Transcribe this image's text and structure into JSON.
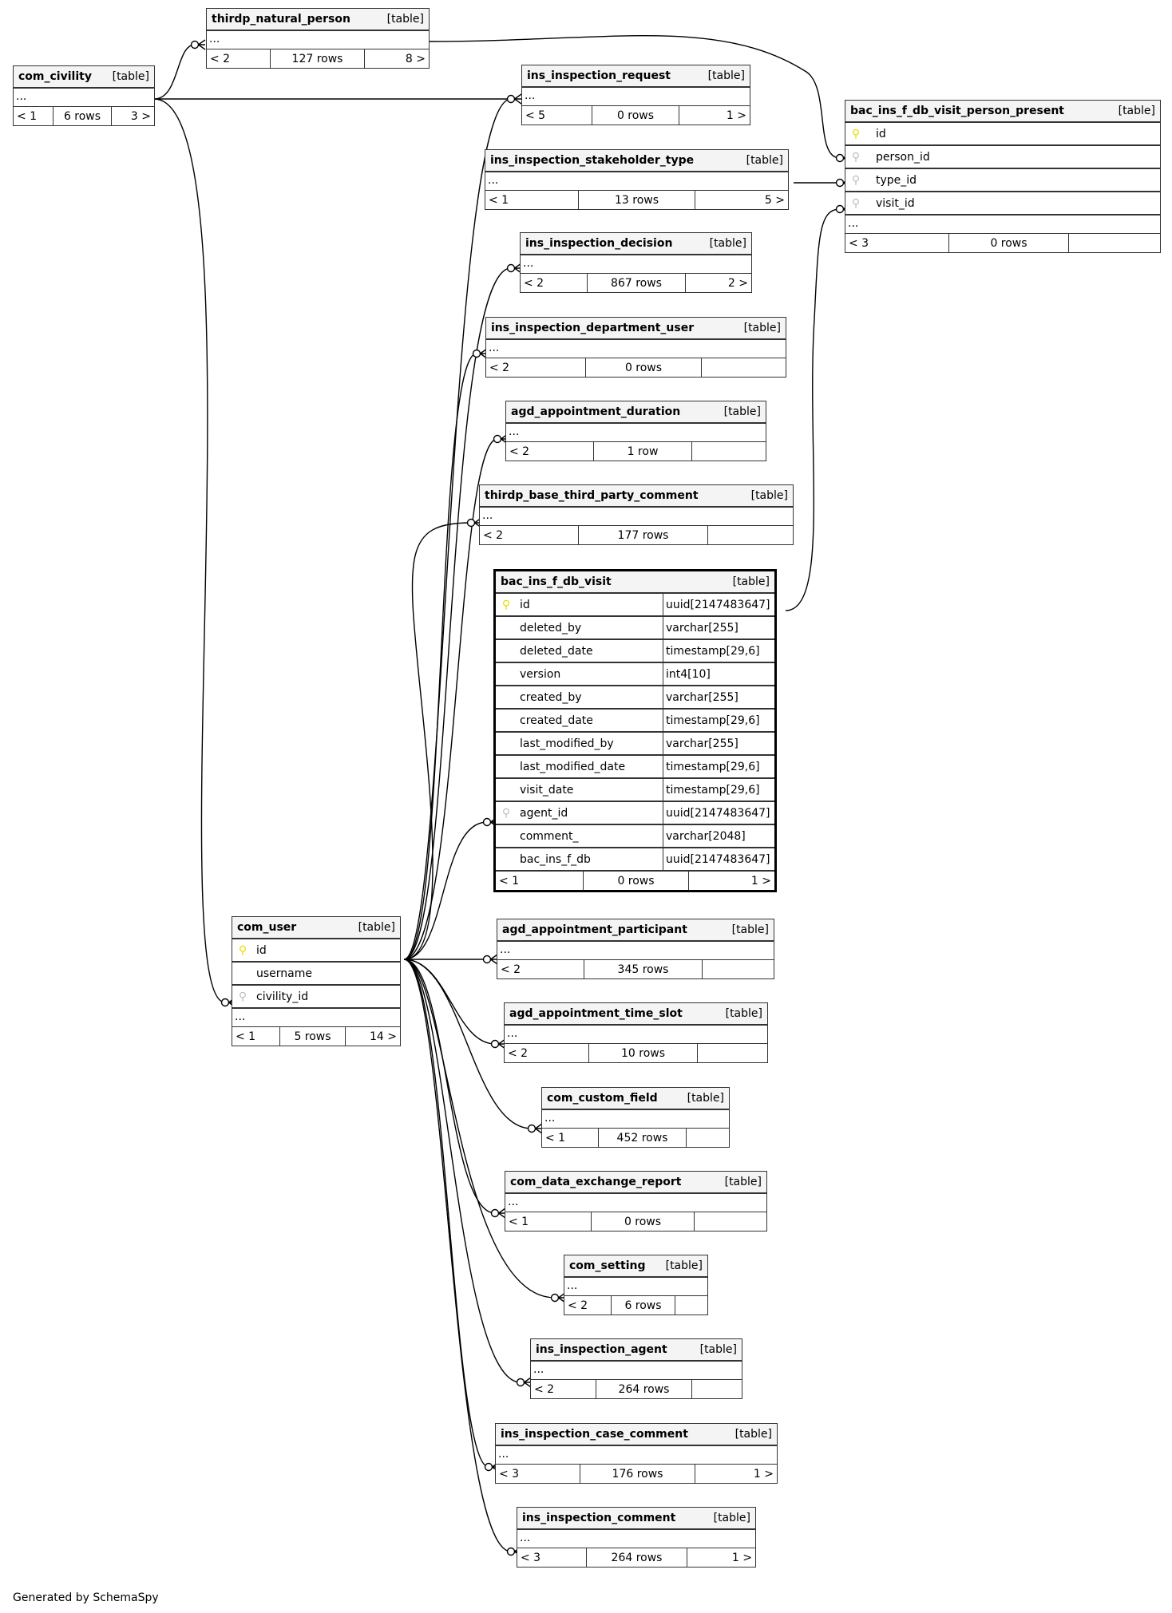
{
  "diagram": {
    "footer": "Generated by SchemaSpy",
    "kind_label": "[table]",
    "ellipsis": "...",
    "colors": {
      "pk_key": "#e6dc00",
      "fk_key": "#bdbdbd",
      "border": "#333333",
      "header_bg": "#f4f4f4"
    },
    "tables": {
      "thirdp_natural_person": {
        "name": "thirdp_natural_person",
        "parents": "< 2",
        "rows": "127 rows",
        "children": "8 >"
      },
      "com_civility": {
        "name": "com_civility",
        "parents": "< 1",
        "rows": "6 rows",
        "children": "3 >"
      },
      "ins_inspection_request": {
        "name": "ins_inspection_request",
        "parents": "< 5",
        "rows": "0 rows",
        "children": "1 >"
      },
      "ins_inspection_stakeholder_type": {
        "name": "ins_inspection_stakeholder_type",
        "parents": "< 1",
        "rows": "13 rows",
        "children": "5 >"
      },
      "bac_ins_f_db_visit_person_present": {
        "name": "bac_ins_f_db_visit_person_present",
        "parents": "< 3",
        "rows": "0 rows",
        "children": "",
        "columns": [
          {
            "name": "id",
            "key": "pk"
          },
          {
            "name": "person_id",
            "key": "fk"
          },
          {
            "name": "type_id",
            "key": "fk"
          },
          {
            "name": "visit_id",
            "key": "fk"
          }
        ]
      },
      "ins_inspection_decision": {
        "name": "ins_inspection_decision",
        "parents": "< 2",
        "rows": "867 rows",
        "children": "2 >"
      },
      "ins_inspection_department_user": {
        "name": "ins_inspection_department_user",
        "parents": "< 2",
        "rows": "0 rows",
        "children": ""
      },
      "agd_appointment_duration": {
        "name": "agd_appointment_duration",
        "parents": "< 2",
        "rows": "1 row",
        "children": ""
      },
      "thirdp_base_third_party_comment": {
        "name": "thirdp_base_third_party_comment",
        "parents": "< 2",
        "rows": "177 rows",
        "children": ""
      },
      "bac_ins_f_db_visit": {
        "name": "bac_ins_f_db_visit",
        "parents": "< 1",
        "rows": "0 rows",
        "children": "1 >",
        "columns": [
          {
            "name": "id",
            "type": "uuid[2147483647]",
            "key": "pk"
          },
          {
            "name": "deleted_by",
            "type": "varchar[255]",
            "key": ""
          },
          {
            "name": "deleted_date",
            "type": "timestamp[29,6]",
            "key": ""
          },
          {
            "name": "version",
            "type": "int4[10]",
            "key": ""
          },
          {
            "name": "created_by",
            "type": "varchar[255]",
            "key": ""
          },
          {
            "name": "created_date",
            "type": "timestamp[29,6]",
            "key": ""
          },
          {
            "name": "last_modified_by",
            "type": "varchar[255]",
            "key": ""
          },
          {
            "name": "last_modified_date",
            "type": "timestamp[29,6]",
            "key": ""
          },
          {
            "name": "visit_date",
            "type": "timestamp[29,6]",
            "key": ""
          },
          {
            "name": "agent_id",
            "type": "uuid[2147483647]",
            "key": "fk"
          },
          {
            "name": "comment_",
            "type": "varchar[2048]",
            "key": ""
          },
          {
            "name": "bac_ins_f_db",
            "type": "uuid[2147483647]",
            "key": ""
          }
        ]
      },
      "com_user": {
        "name": "com_user",
        "parents": "< 1",
        "rows": "5 rows",
        "children": "14 >",
        "columns": [
          {
            "name": "id",
            "key": "pk"
          },
          {
            "name": "username",
            "key": ""
          },
          {
            "name": "civility_id",
            "key": "fk"
          }
        ]
      },
      "agd_appointment_participant": {
        "name": "agd_appointment_participant",
        "parents": "< 2",
        "rows": "345 rows",
        "children": ""
      },
      "agd_appointment_time_slot": {
        "name": "agd_appointment_time_slot",
        "parents": "< 2",
        "rows": "10 rows",
        "children": ""
      },
      "com_custom_field": {
        "name": "com_custom_field",
        "parents": "< 1",
        "rows": "452 rows",
        "children": ""
      },
      "com_data_exchange_report": {
        "name": "com_data_exchange_report",
        "parents": "< 1",
        "rows": "0 rows",
        "children": ""
      },
      "com_setting": {
        "name": "com_setting",
        "parents": "< 2",
        "rows": "6 rows",
        "children": ""
      },
      "ins_inspection_agent": {
        "name": "ins_inspection_agent",
        "parents": "< 2",
        "rows": "264 rows",
        "children": ""
      },
      "ins_inspection_case_comment": {
        "name": "ins_inspection_case_comment",
        "parents": "< 3",
        "rows": "176 rows",
        "children": "1 >"
      },
      "ins_inspection_comment": {
        "name": "ins_inspection_comment",
        "parents": "< 3",
        "rows": "264 rows",
        "children": "1 >"
      }
    }
  }
}
